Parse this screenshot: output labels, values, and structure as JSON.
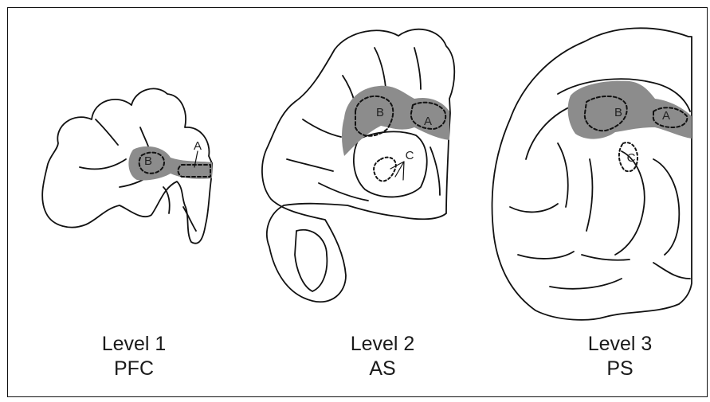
{
  "panels": [
    {
      "level": "Level 1",
      "region": "PFC",
      "labels": {
        "a": "A",
        "b": "B"
      }
    },
    {
      "level": "Level 2",
      "region": "AS",
      "labels": {
        "a": "A",
        "b": "B",
        "c": "C"
      }
    },
    {
      "level": "Level 3",
      "region": "PS",
      "labels": {
        "a": "A",
        "b": "B",
        "c": "C"
      }
    }
  ],
  "colors": {
    "shaded": "#8c8c8c",
    "outline": "#111111",
    "background": "#ffffff"
  }
}
